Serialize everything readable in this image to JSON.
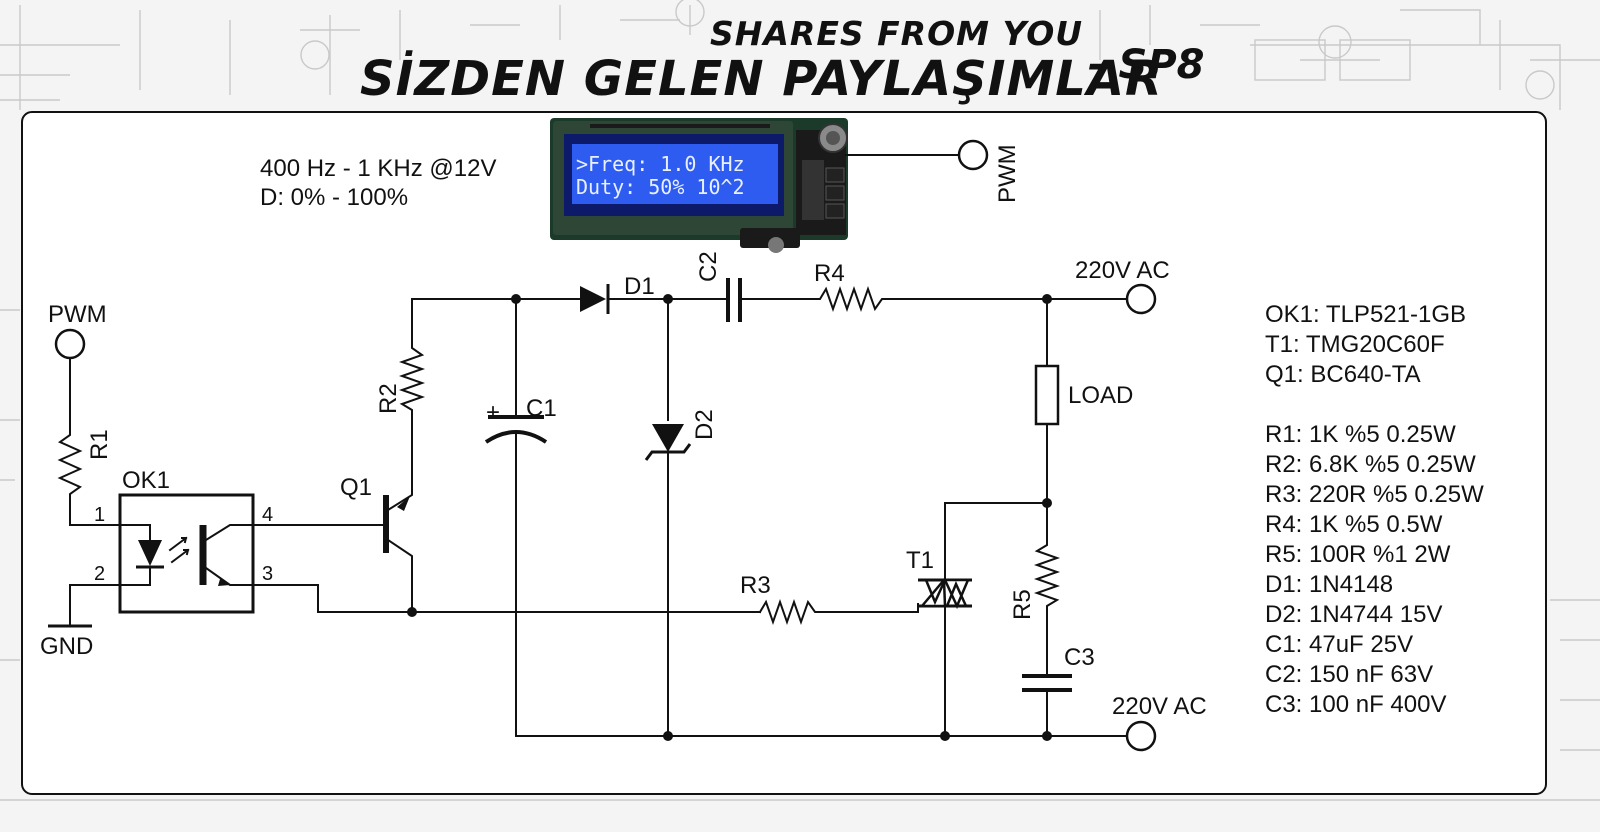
{
  "title": {
    "line1": "SHARES FROM YOU",
    "line2": "SİZDEN GELEN PAYLAŞIMLAR",
    "suffix": "- SP8"
  },
  "spec": {
    "freq": "400 Hz - 1 KHz @12V",
    "duty": "D: 0% - 100%"
  },
  "lcd": {
    "line1": ">Freq: 1.0 KHz",
    "line2": " Duty: 50%  10^2"
  },
  "labels": {
    "pwm_out": "PWM",
    "pwm_in": "PWM",
    "gnd": "GND",
    "ac_top": "220V AC",
    "ac_bottom": "220V AC",
    "load": "LOAD",
    "ok1": "OK1",
    "q1": "Q1",
    "t1": "T1",
    "r1": "R1",
    "r2": "R2",
    "r3": "R3",
    "r4": "R4",
    "r5": "R5",
    "c1": "C1",
    "c2": "C2",
    "c3": "C3",
    "d1": "D1",
    "d2": "D2",
    "pin1": "1",
    "pin2": "2",
    "pin3": "3",
    "pin4": "4",
    "c1_plus": "+"
  },
  "bom": [
    "OK1: TLP521-1GB",
    "T1: TMG20C60F",
    "Q1: BC640-TA",
    "",
    "R1: 1K %5 0.25W",
    "R2: 6.8K %5 0.25W",
    "R3: 220R %5 0.25W",
    "R4: 1K %5 0.5W",
    "R5: 100R %1 2W",
    "D1: 1N4148",
    "D2: 1N4744 15V",
    "C1: 47uF 25V",
    "C2: 150 nF 63V",
    "C3: 100 nF 400V"
  ]
}
